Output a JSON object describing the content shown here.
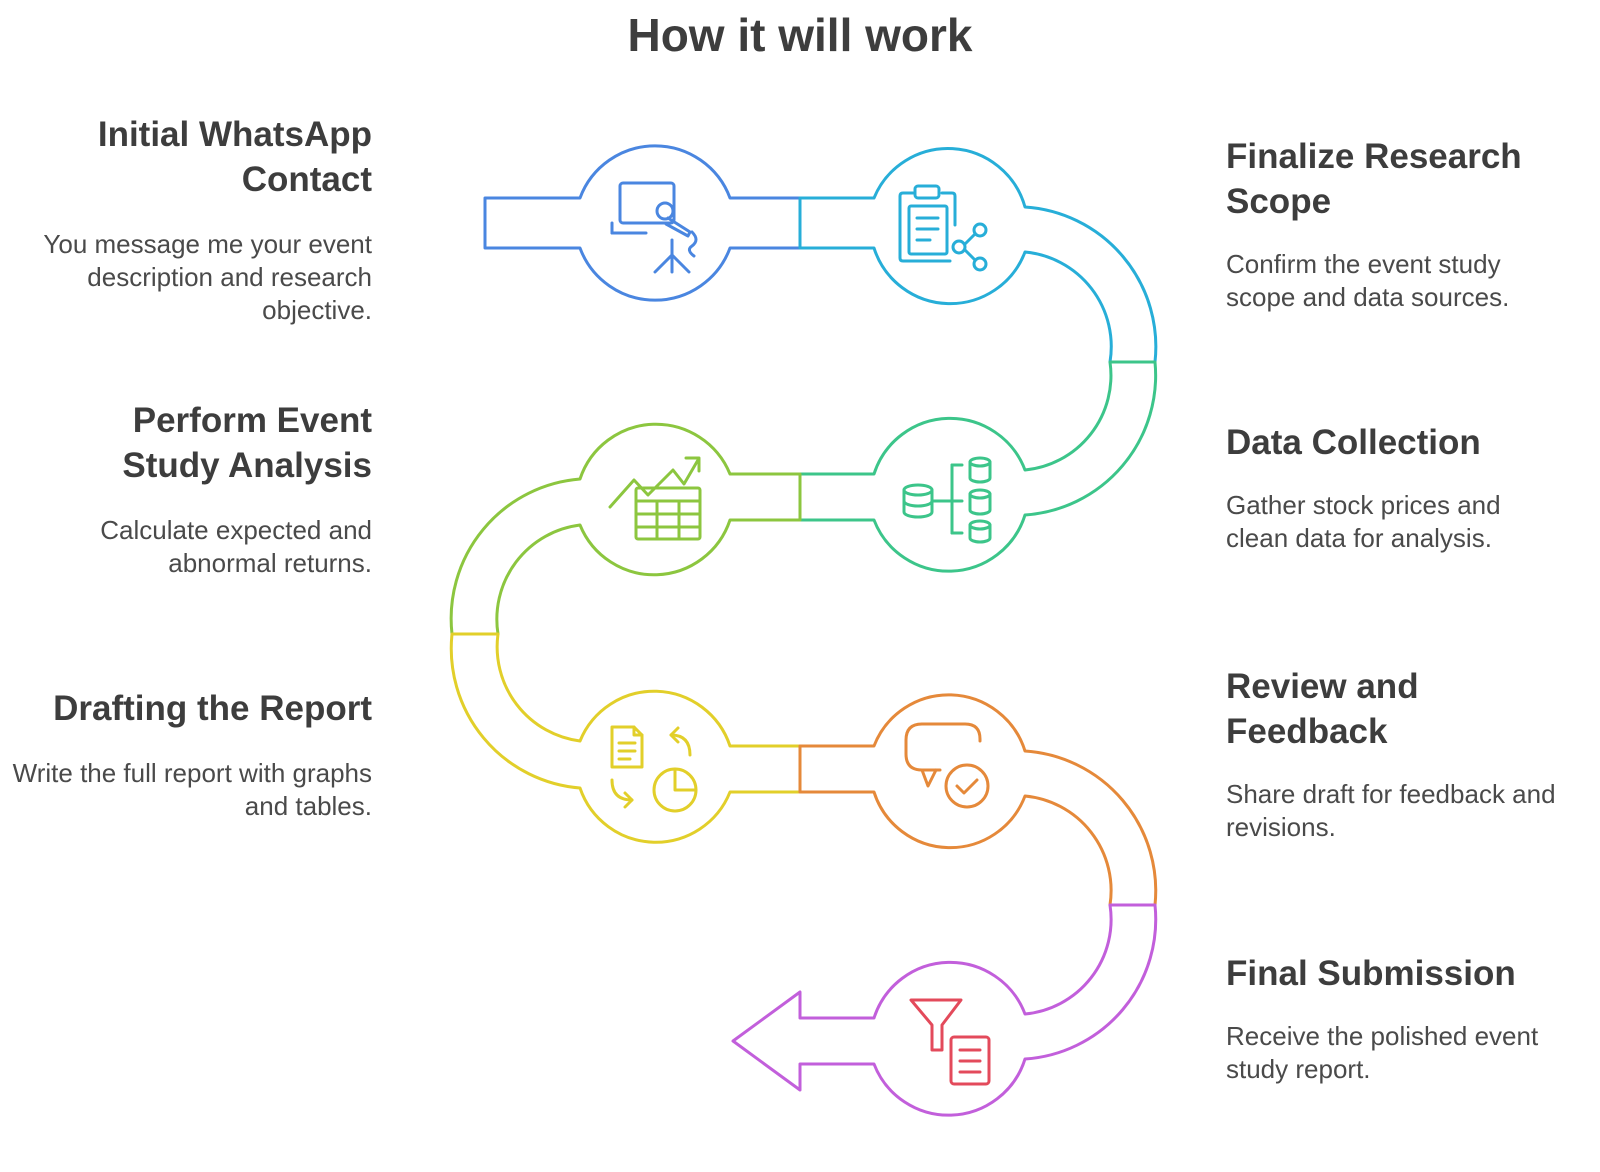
{
  "title": "How it will work",
  "steps": [
    {
      "title": "Initial WhatsApp Contact",
      "description": "You message me your event description and research objective.",
      "icon": "presentation-icon",
      "color": "#4a86e0"
    },
    {
      "title": "Finalize Research Scope",
      "description": "Confirm the event study scope and data sources.",
      "icon": "clipboard-share-icon",
      "color": "#27aed8"
    },
    {
      "title": "Data Collection",
      "description": "Gather stock prices and clean data for analysis.",
      "icon": "database-icon",
      "color": "#3cc58a"
    },
    {
      "title": "Perform Event Study Analysis",
      "description": "Calculate expected and abnormal returns.",
      "icon": "chart-table-icon",
      "color": "#8cc63f"
    },
    {
      "title": "Drafting the Report",
      "description": "Write the full report with graphs and tables.",
      "icon": "document-cycle-icon",
      "color": "#e2cf2a"
    },
    {
      "title": "Review and Feedback",
      "description": "Share draft for feedback and revisions.",
      "icon": "chat-check-icon",
      "color": "#e5893a"
    },
    {
      "title": "Final Submission",
      "description": "Receive the polished event study report.",
      "icon": "filter-document-icon",
      "color": "#c25fdb"
    }
  ]
}
